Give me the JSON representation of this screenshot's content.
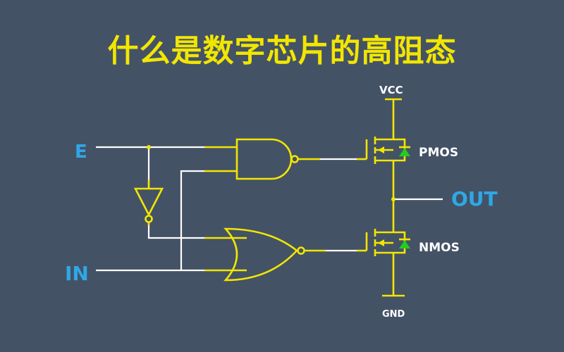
{
  "title": "什么是数字芯片的高阻态",
  "labels": {
    "enable": "E",
    "input": "IN",
    "output": "OUT",
    "vcc": "VCC",
    "gnd": "GND",
    "pmos": "PMOS",
    "nmos": "NMOS"
  },
  "colors": {
    "background": "#445266",
    "title": "#f2e600",
    "gate": "#f2e600",
    "wire": "#ffffff",
    "io_label": "#2ea8e6",
    "diode": "#22cc22"
  }
}
